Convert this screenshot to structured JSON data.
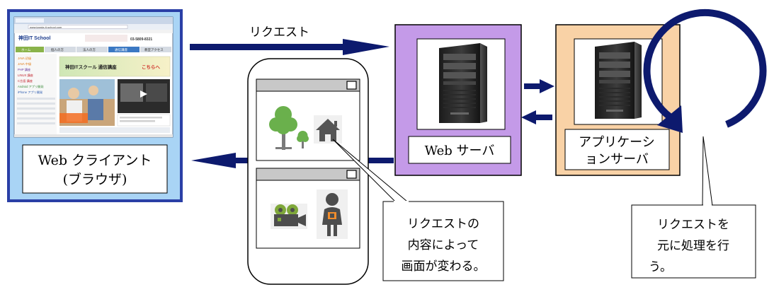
{
  "colors": {
    "arrow_navy": "#0d1a6e",
    "client_frame": "#2a3fa6",
    "client_fill": "#a9d4f5",
    "web_server_fill": "#c49ae8",
    "app_server_fill": "#f9d2a6",
    "tree_green": "#6ab04c",
    "tree_trunk": "#7a7a7a",
    "house_gray": "#555555",
    "camera_green": "#7fa83a",
    "person_gray": "#4d4d4d",
    "person_accent": "#f08c2c",
    "window_titlebar": "#c8c8c8"
  },
  "request_arrow_label": "リクエスト",
  "web_client": {
    "label_line1": "Web クライアント",
    "label_line2": "(ブラウザ)"
  },
  "web_server": {
    "label": "Web サーバ",
    "icon": "server-tower-icon"
  },
  "app_server": {
    "label_line1": "アプリケーシ",
    "label_line2": "ョンサーバ",
    "icon": "server-tower-icon"
  },
  "callout_screen": {
    "line1": "リクエストの",
    "line2": "内容によって",
    "line3": "画面が変わる。"
  },
  "callout_process": {
    "line1": "リクエストを",
    "line2": "元に処理を行",
    "line3": "う。"
  },
  "browser_screenshot": {
    "address": "www.kanda-it-school.com",
    "logo": "神田IT School",
    "phone": "03-5809-8321",
    "nav_items": [
      "ホーム",
      "個人の方",
      "法人の方",
      "通信講座",
      "教室アクセス"
    ],
    "banner_text": "神田ITスクール 通信講座",
    "banner_link": "こちらへ",
    "sidebar_items": [
      "JAVA 初級",
      "JAVA 中級",
      "PHP 講座",
      "LINUX 講座",
      "C言語 講座",
      "Android アプリ開発",
      "iPhone アプリ開発"
    ]
  },
  "phone_window_top_icons": [
    "tree-icon",
    "house-icon"
  ],
  "phone_window_bottom_icons": [
    "video-camera-icon",
    "person-icon"
  ]
}
